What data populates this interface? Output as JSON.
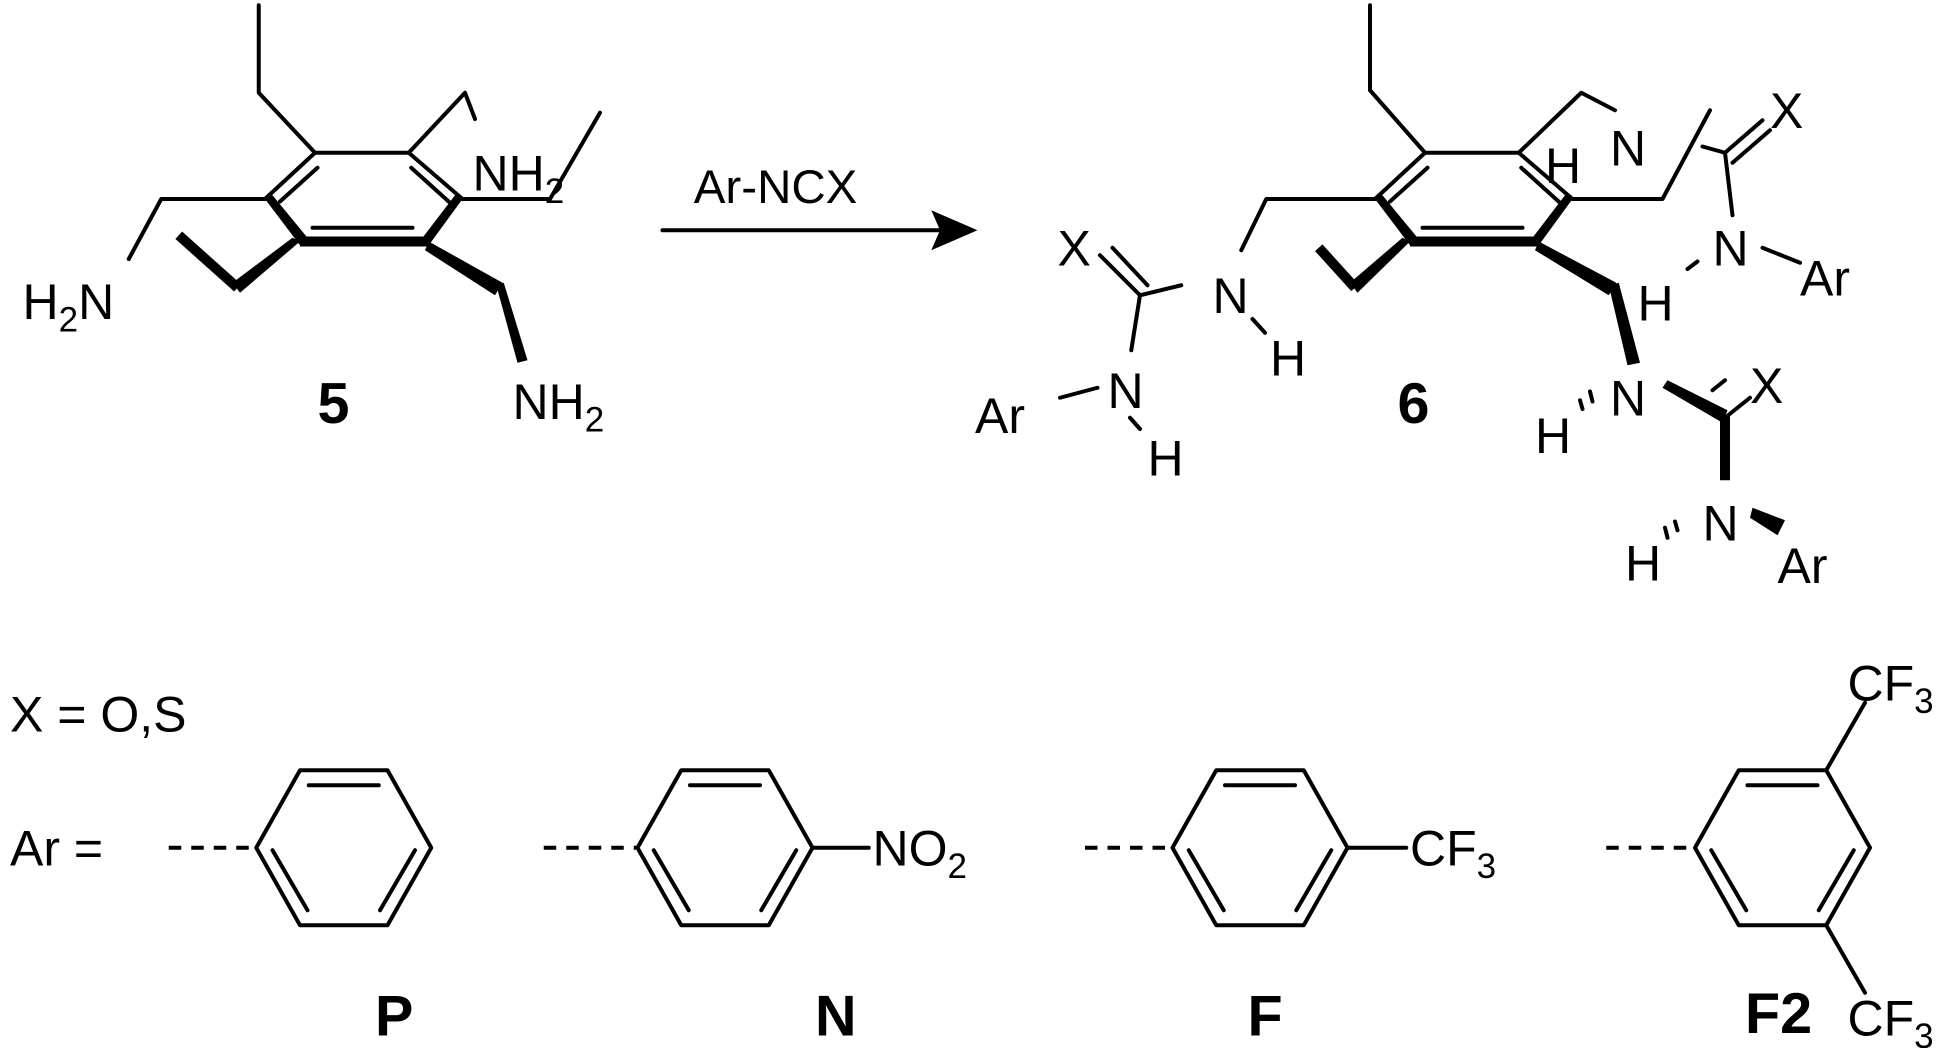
{
  "reaction": {
    "reagent": "Ar-NCX",
    "reactant": {
      "label": "5",
      "amine_top": {
        "main": "NH",
        "sub": "2"
      },
      "amine_left": {
        "pre": "H",
        "sub": "2",
        "main": "N"
      },
      "amine_bottom": {
        "main": "NH",
        "sub": "2"
      }
    },
    "product": {
      "label": "6",
      "atoms": {
        "H": "H",
        "N": "N",
        "X": "X",
        "Ar": "Ar"
      }
    }
  },
  "definitions": {
    "x_def": "X = O,S",
    "ar_def": "Ar =",
    "substituents": [
      {
        "label": "P"
      },
      {
        "label": "N",
        "group": {
          "main": "NO",
          "sub": "2"
        }
      },
      {
        "label": "F",
        "group": {
          "main": "CF",
          "sub": "3"
        }
      },
      {
        "label": "F2",
        "group": {
          "main": "CF",
          "sub": "3"
        }
      }
    ]
  }
}
